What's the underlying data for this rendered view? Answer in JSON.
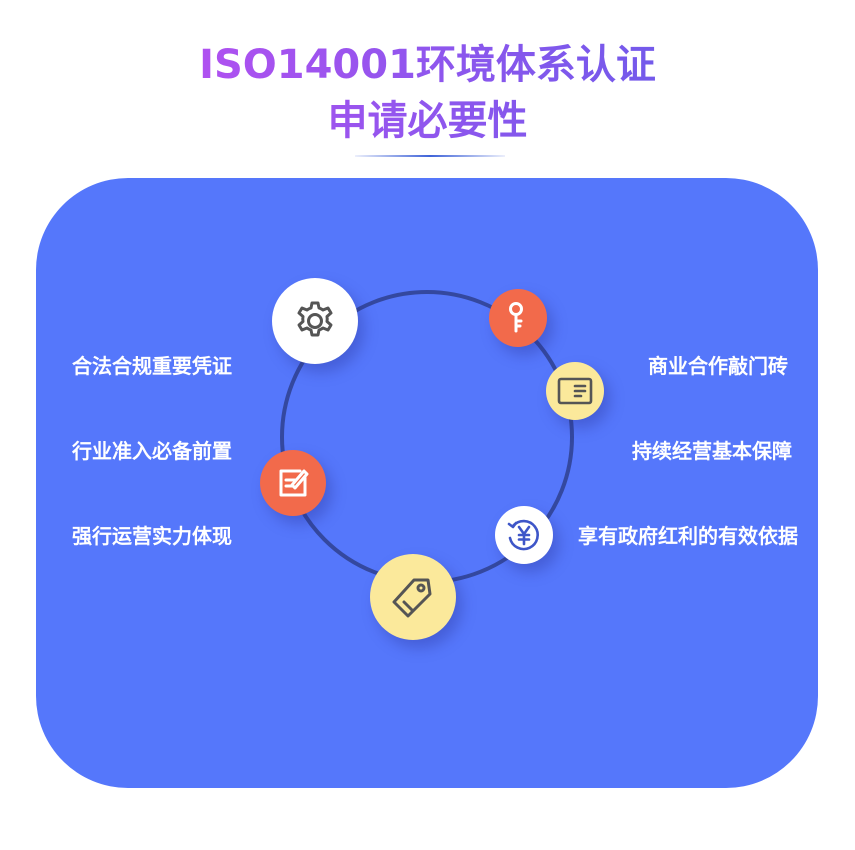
{
  "header": {
    "title_line1": "ISO14001环境体系认证",
    "title_line2": "申请必要性"
  },
  "left_items": [
    {
      "label": "合法合规重要凭证"
    },
    {
      "label": "行业准入必备前置"
    },
    {
      "label": "强行运营实力体现"
    }
  ],
  "right_items": [
    {
      "label": "商业合作敲门砖"
    },
    {
      "label": "持续经营基本保障"
    },
    {
      "label": "享有政府红利的有效依据"
    }
  ],
  "icons": [
    "gear-icon",
    "key-icon",
    "card-icon",
    "edit-icon",
    "yen-icon",
    "tag-icon"
  ],
  "colors": {
    "panel": "#5577fb",
    "ring": "#34489f",
    "accent_red": "#f26a4b",
    "accent_yellow": "#fbe99b",
    "title_gradient_start": "#cc4cf2",
    "title_gradient_end": "#5a5de8"
  }
}
